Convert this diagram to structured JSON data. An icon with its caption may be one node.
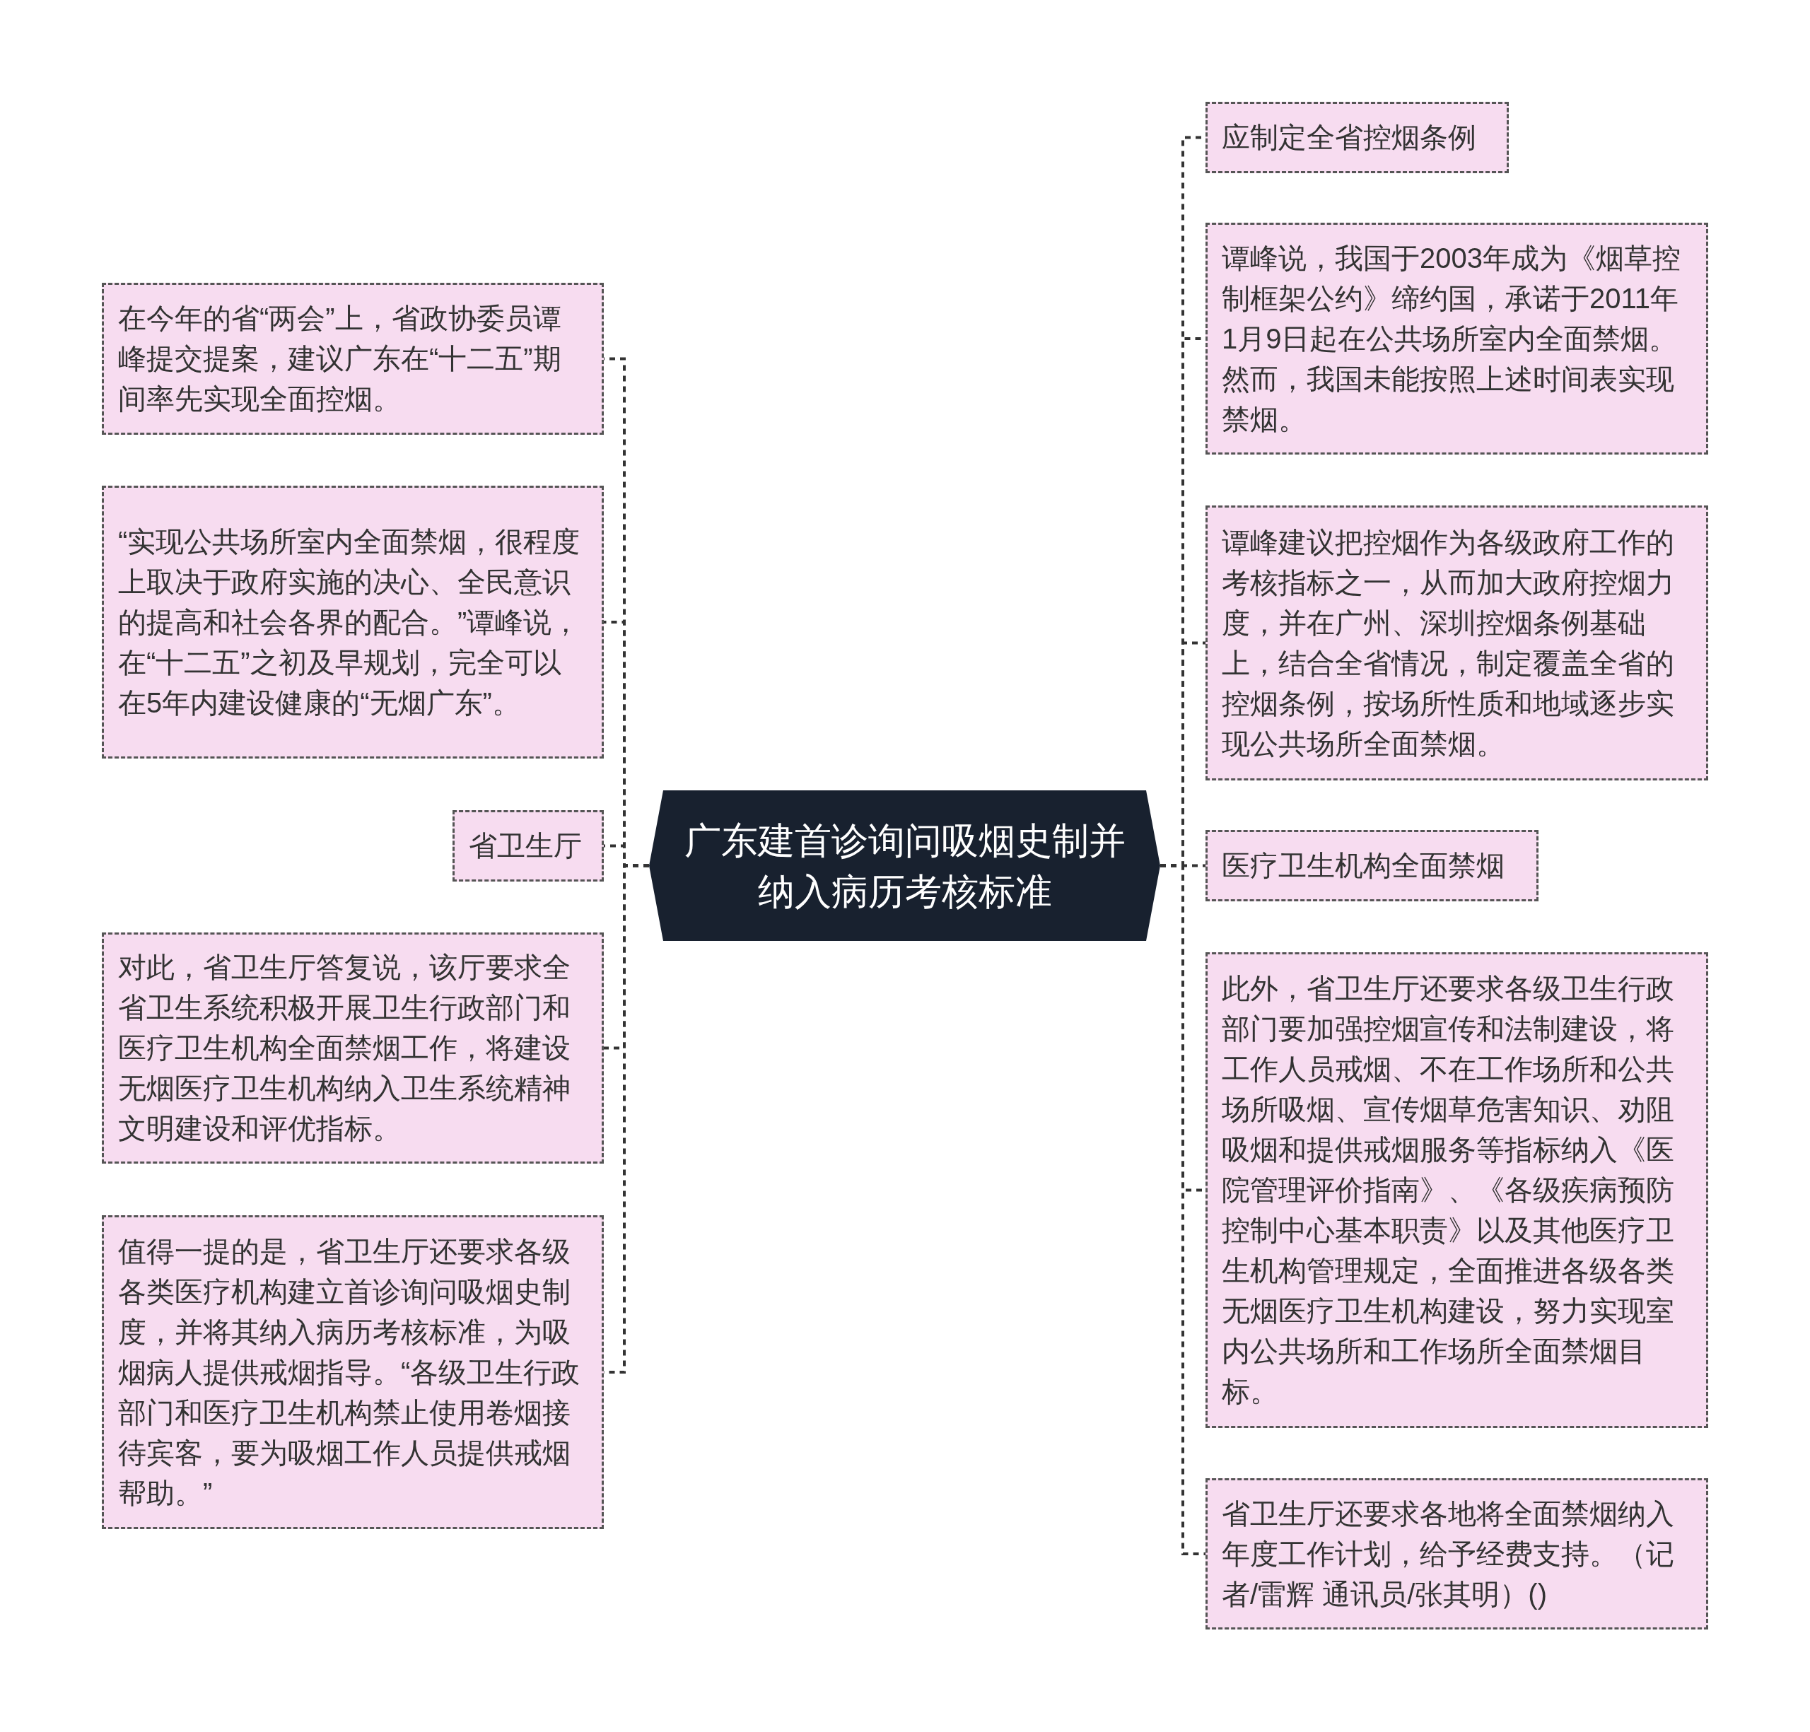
{
  "diagram": {
    "nodes": [
      {
        "text": [
          "广东建首诊询问吸烟史制并纳入病历考核标准"
        ]
      },
      {
        "text": [
          "在今年的省“两会”上，省政协委员谭峰提交提案，建议广东在“十二五”期间率先实现全面控烟。"
        ]
      },
      {
        "text": [
          "“实现公共场所室内全面禁烟，很程度上取决于政府实施的决心、全民意识的提高和社会各界的配合。”谭峰说，在“十二五”之初及早规划，完全可以在5年内建设健康的“无烟广东”。"
        ]
      },
      {
        "text": [
          "省卫生厅"
        ]
      },
      {
        "text": [
          "对此，省卫生厅答复说，该厅要求全省卫生系统积极开展卫生行政部门和医疗卫生机构全面禁烟工作，将建设无烟医疗卫生机构纳入卫生系统精神文明建设和评优指标。"
        ]
      },
      {
        "text": [
          "值得一提的是，省卫生厅还要求各级各类医疗机构建立首诊询问吸烟史制度，并将其纳入病历考核标准，为吸烟病人提供戒烟指导。“各级卫生行政部门和医疗卫生机构禁止使用卷烟接待宾客，要为吸烟工作人员提供戒烟帮助。”"
        ]
      },
      {
        "text": [
          "应制定全省控烟条例"
        ]
      },
      {
        "text": [
          "谭峰说，我国于2003年成为《烟草控制框架公约》缔约国，承诺于2011年1月9日起在公共场所室内全面禁烟。然而，我国未能按照上述时间表实现禁烟。"
        ]
      },
      {
        "text": [
          "谭峰建议把控烟作为各级政府工作的考核指标之一，从而加大政府控烟力度，并在广州、深圳控烟条例基础上，结合全省情况，制定覆盖全省的控烟条例，按场所性质和地域逐步实现公共场所全面禁烟。"
        ]
      },
      {
        "text": [
          "医疗卫生机构全面禁烟"
        ]
      },
      {
        "text": [
          "此外，省卫生厅还要求各级卫生行政部门要加强控烟宣传和法制建设，将工作人员戒烟、不在工作场所和公共场所吸烟、宣传烟草危害知识、劝阻吸烟和提供戒烟服务等指标纳入《医院管理评价指南》、《各级疾病预防控制中心基本职责》以及其他医疗卫生机构管理规定，全面推进各级各类无烟医疗卫生机构建设，努力实现室内公共场所和工作场所全面禁烟目标。"
        ]
      },
      {
        "text": [
          "省卫生厅还要求各地将全面禁烟纳入年度工作计划，给予经费支持。（记者/雷辉 通讯员/张其明）()"
        ]
      }
    ],
    "edges": [
      {
        "from": 0,
        "to": 1,
        "arrow": "none",
        "style": "dashed"
      },
      {
        "from": 0,
        "to": 2,
        "arrow": "none",
        "style": "dashed"
      },
      {
        "from": 0,
        "to": 3,
        "arrow": "none",
        "style": "dashed"
      },
      {
        "from": 0,
        "to": 4,
        "arrow": "none",
        "style": "dashed"
      },
      {
        "from": 0,
        "to": 5,
        "arrow": "none",
        "style": "dashed"
      },
      {
        "from": 0,
        "to": 6,
        "arrow": "none",
        "style": "dashed"
      },
      {
        "from": 0,
        "to": 7,
        "arrow": "none",
        "style": "dashed"
      },
      {
        "from": 0,
        "to": 8,
        "arrow": "none",
        "style": "dashed"
      },
      {
        "from": 0,
        "to": 9,
        "arrow": "none",
        "style": "dashed"
      },
      {
        "from": 0,
        "to": 10,
        "arrow": "none",
        "style": "dashed"
      },
      {
        "from": 0,
        "to": 11,
        "arrow": "none",
        "style": "dashed"
      }
    ]
  }
}
